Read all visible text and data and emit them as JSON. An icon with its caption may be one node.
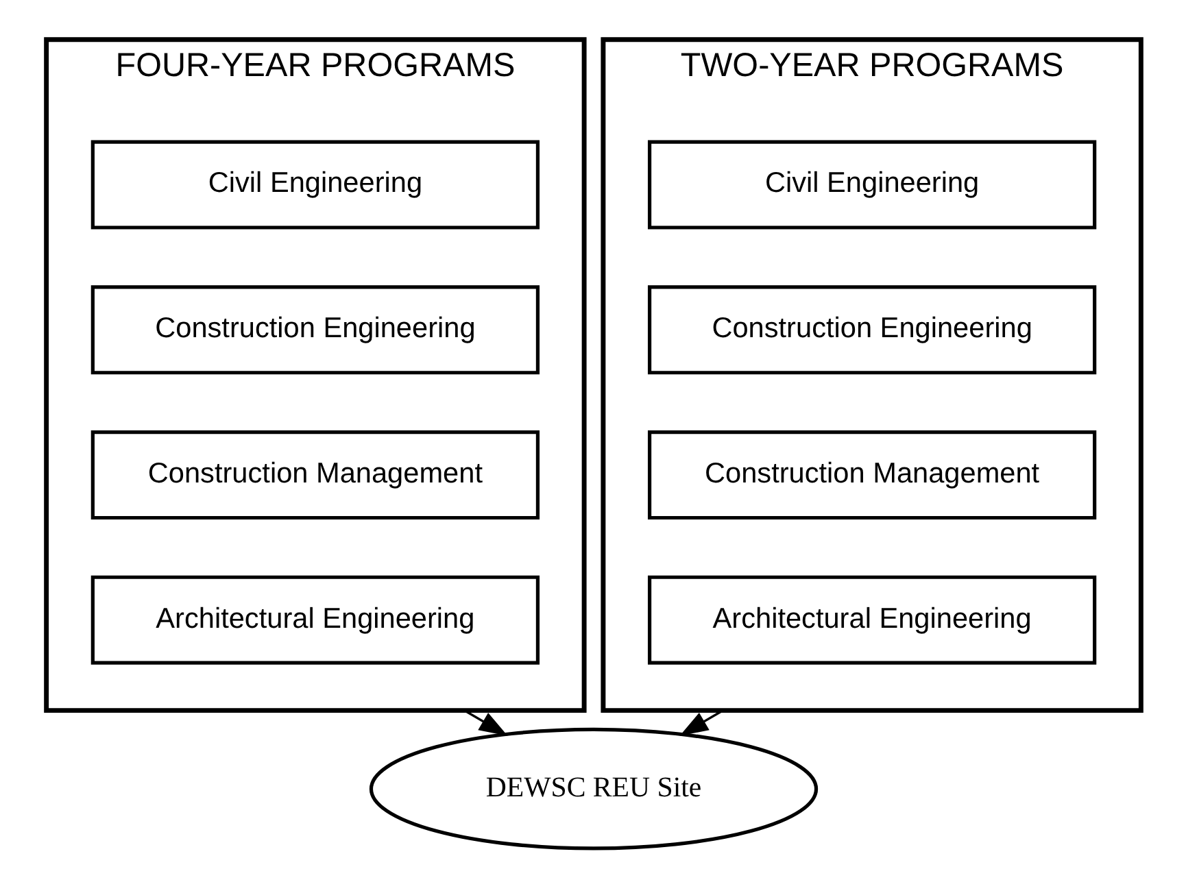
{
  "diagram": {
    "nodes": [
      {
        "text": [
          "FOUR-YEAR PROGRAMS"
        ]
      },
      {
        "text": [
          "Civil Engineering"
        ],
        "in": 0
      },
      {
        "text": [
          "Construction Engineering"
        ],
        "in": 0
      },
      {
        "text": [
          "Construction Management"
        ],
        "in": 0
      },
      {
        "text": [
          "Architectural Engineering"
        ],
        "in": 0
      },
      {
        "text": [
          "TWO-YEAR PROGRAMS"
        ]
      },
      {
        "text": [
          "Civil Engineering"
        ],
        "in": 5
      },
      {
        "text": [
          "Construction Engineering"
        ],
        "in": 5
      },
      {
        "text": [
          "Construction Management"
        ],
        "in": 5
      },
      {
        "text": [
          "Architectural Engineering"
        ],
        "in": 5
      },
      {
        "text": [
          "DEWSC REU Site"
        ]
      }
    ],
    "edges": [
      {
        "from": 0,
        "to": 10,
        "arrow": "to"
      },
      {
        "from": 5,
        "to": 10,
        "arrow": "to"
      }
    ]
  }
}
